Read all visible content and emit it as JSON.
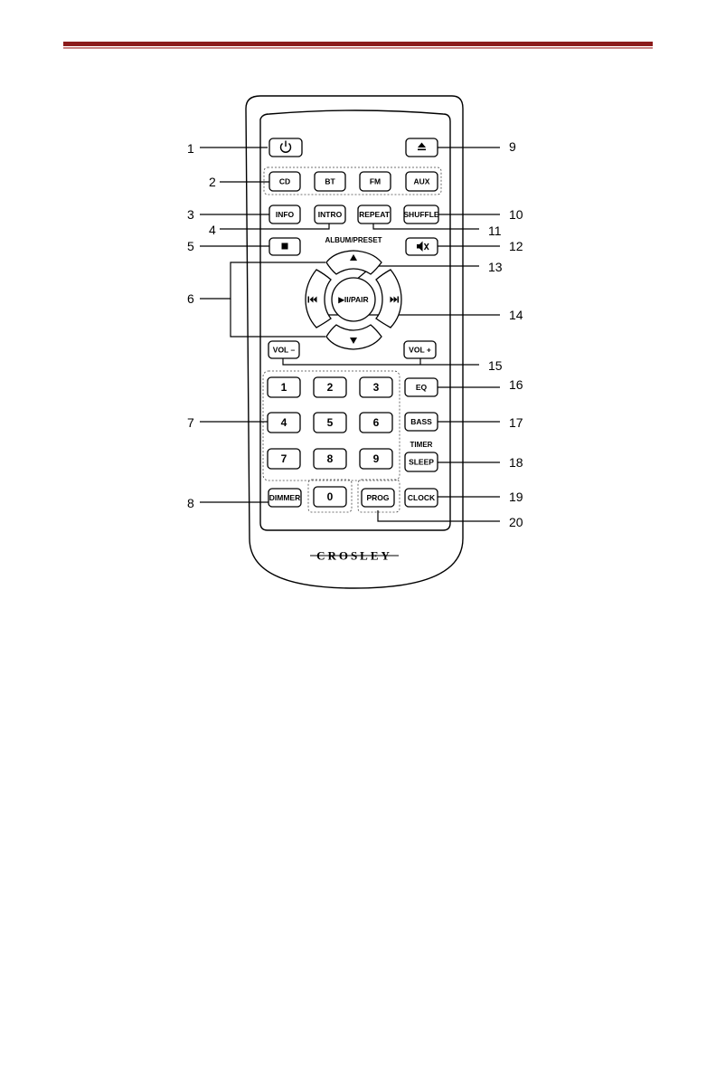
{
  "header": {
    "rule_color": "#8b1a1a"
  },
  "remote": {
    "brand": "CROSLEY",
    "album_preset_label": "ALBUM/PRESET",
    "timer_label": "TIMER",
    "buttons": {
      "power_icon": "power-icon",
      "eject_icon": "eject-icon",
      "cd": "CD",
      "bt": "BT",
      "fm": "FM",
      "aux": "AUX",
      "info": "INFO",
      "intro": "INTRO",
      "repeat": "REPEAT",
      "shuffle": "SHUFFLE",
      "stop_icon": "stop-icon",
      "mute_icon": "mute-icon",
      "up_icon": "up-triangle-icon",
      "down_icon": "down-triangle-icon",
      "prev_icon": "skip-back-icon",
      "next_icon": "skip-forward-icon",
      "play_pair": "▶II/PAIR",
      "vol_minus": "VOL –",
      "vol_plus": "VOL +",
      "eq": "EQ",
      "bass": "BASS",
      "sleep": "SLEEP",
      "dimmer": "DIMMER",
      "prog": "PROG",
      "clock": "CLOCK",
      "digits": [
        "1",
        "2",
        "3",
        "4",
        "5",
        "6",
        "7",
        "8",
        "9",
        "0"
      ]
    }
  },
  "callouts": [
    "1",
    "2",
    "3",
    "4",
    "5",
    "6",
    "7",
    "8",
    "9",
    "10",
    "11",
    "12",
    "13",
    "14",
    "15",
    "16",
    "17",
    "18",
    "19",
    "20"
  ]
}
